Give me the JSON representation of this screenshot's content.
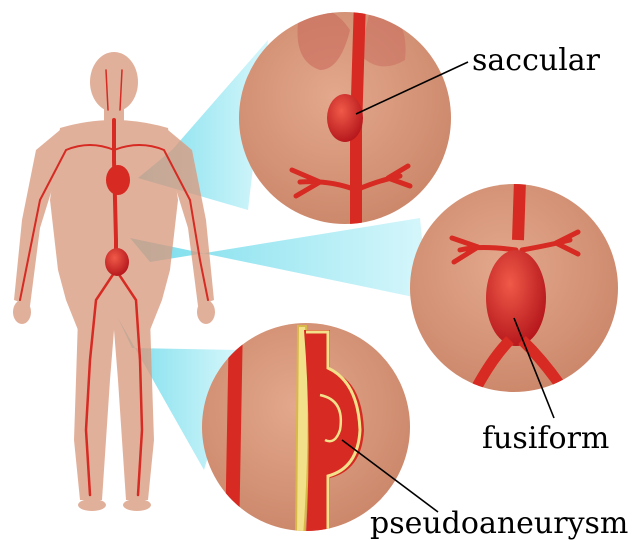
{
  "labels": {
    "saccular": "saccular",
    "fusiform": "fusiform",
    "pseudoaneurysm": "pseudoaneurysm"
  },
  "colors": {
    "skin": "#d99a7f",
    "skin_dark": "#c47f66",
    "artery": "#d62a22",
    "artery_dark": "#a8161a",
    "beam": "#7fe3f0",
    "beam_light": "#d8f7fb",
    "circle_bg": "#d59478",
    "wall": "#f2e08a"
  }
}
